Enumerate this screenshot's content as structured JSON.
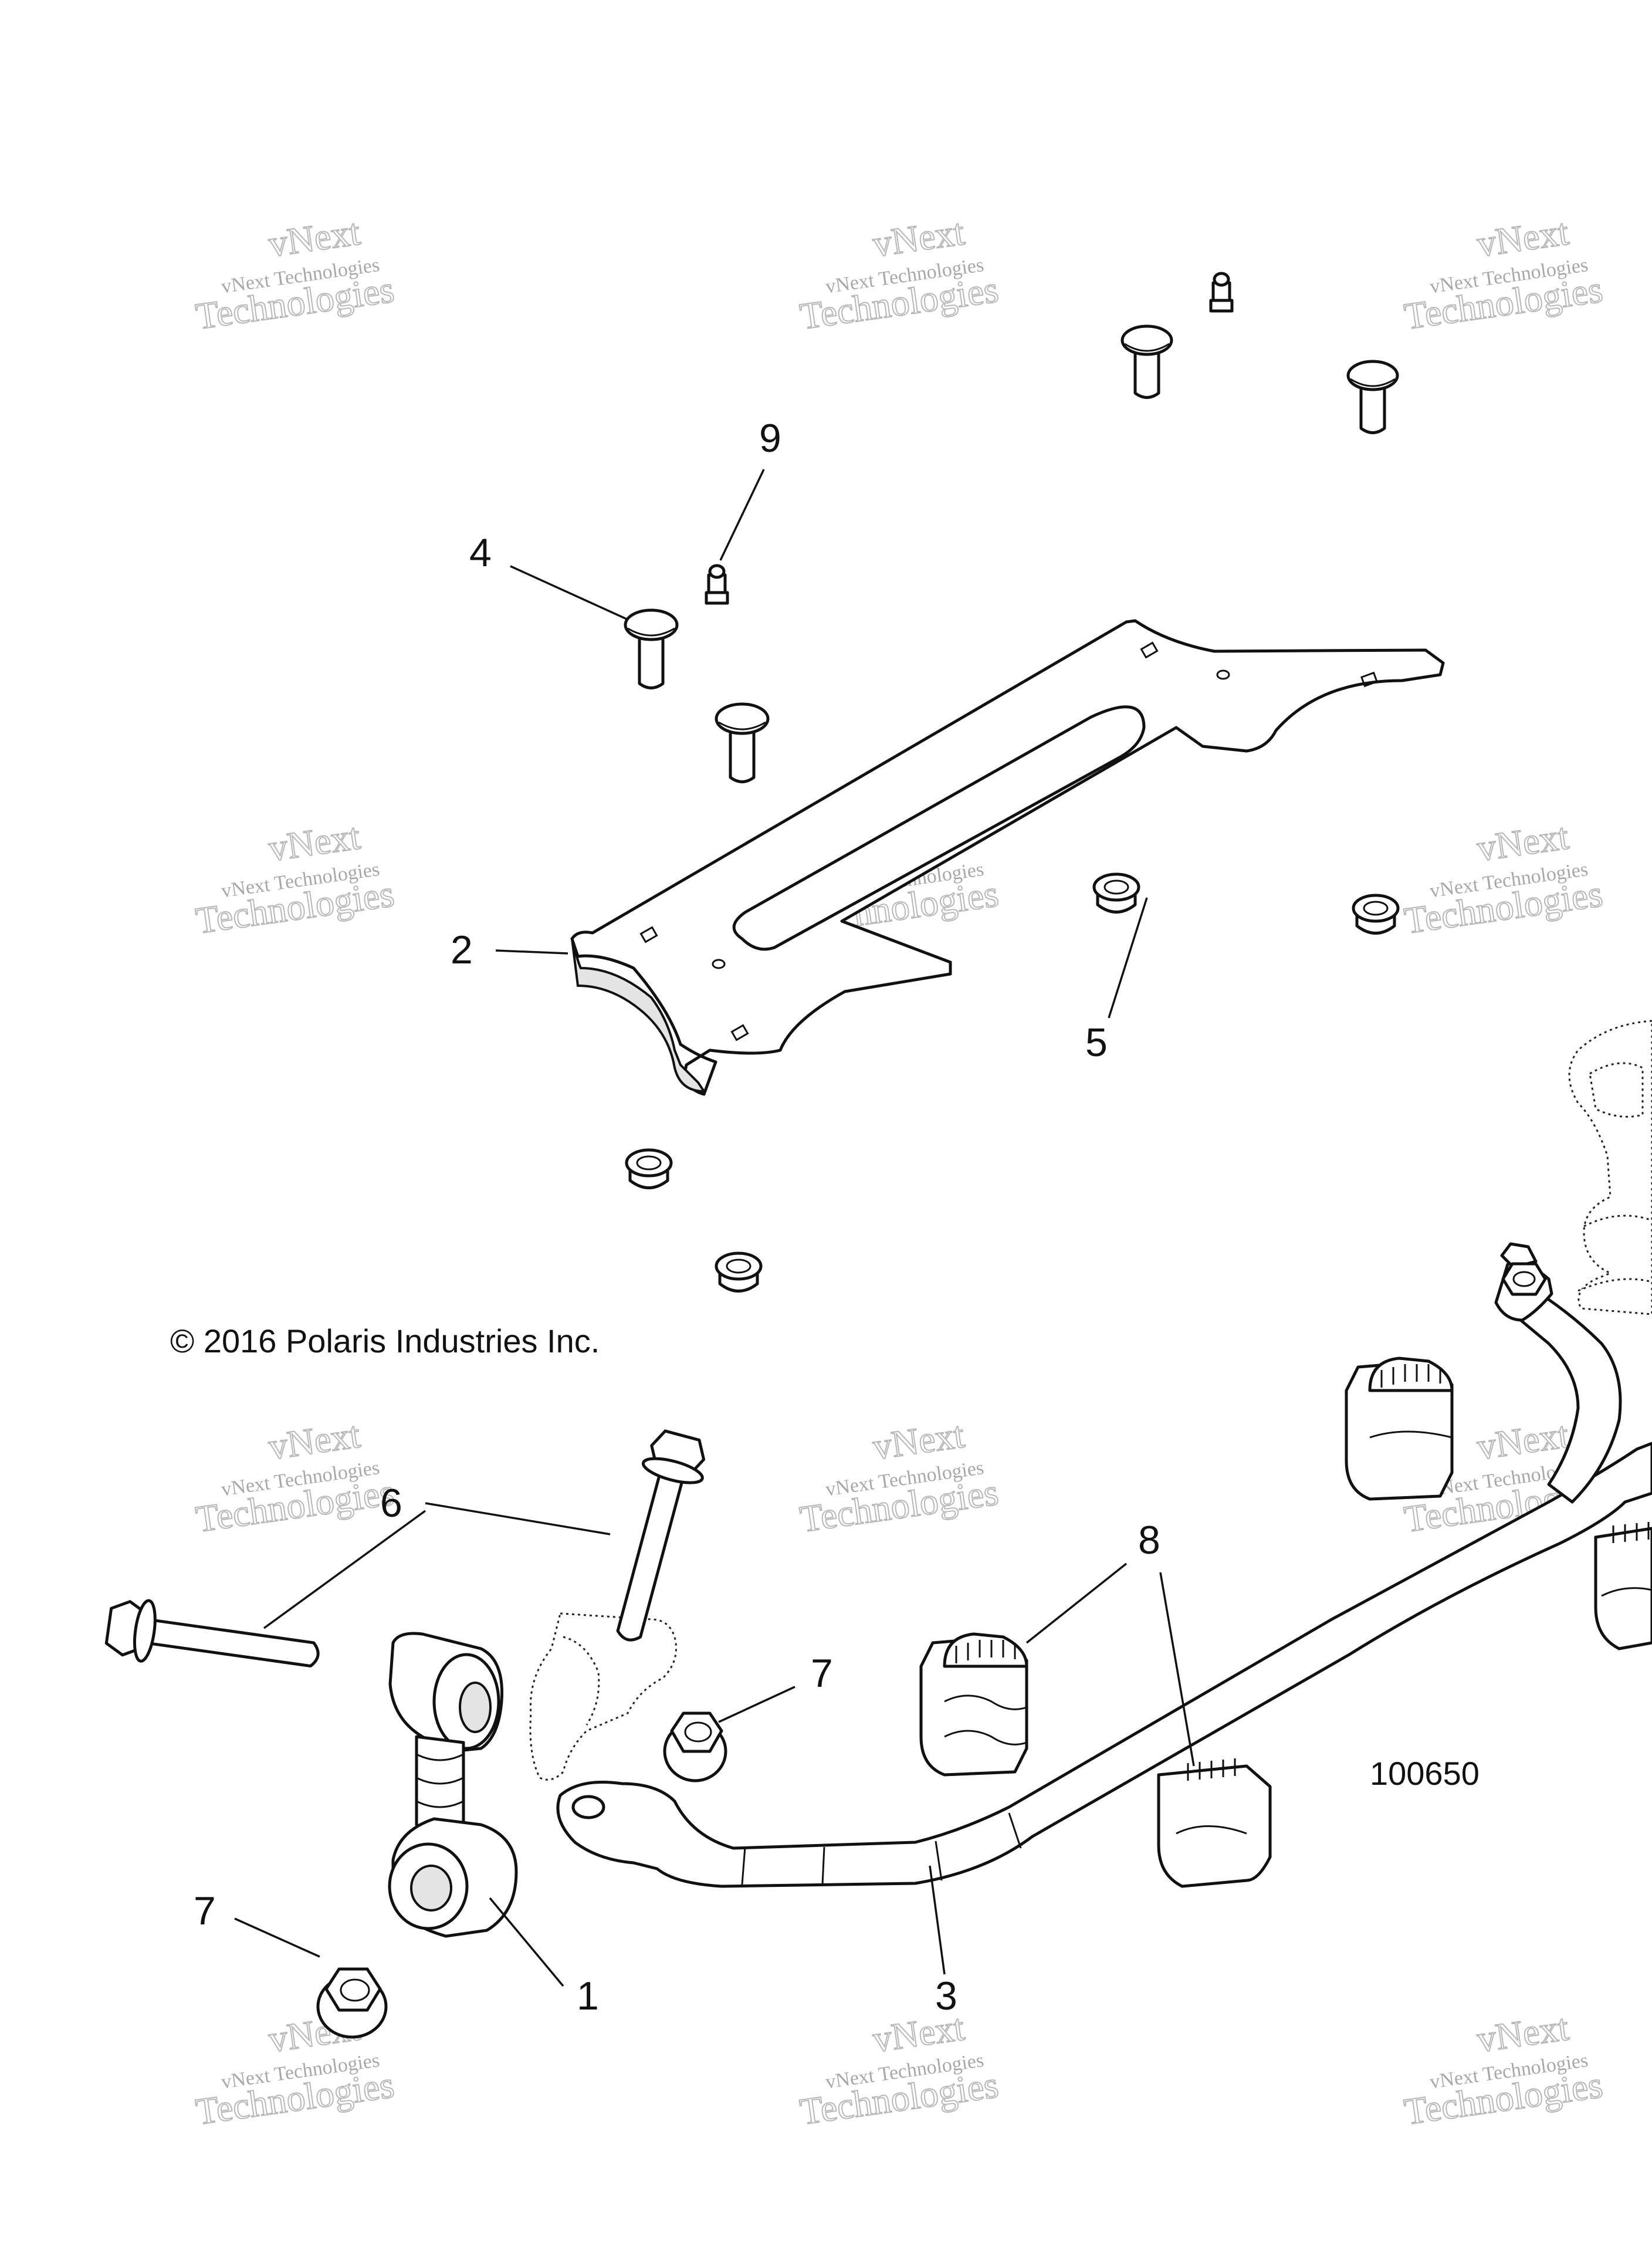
{
  "copyright": "© 2016 Polaris Industries Inc.",
  "figure_number": "100650",
  "watermark": {
    "line1": "vNext",
    "line2": "vNext Technologies",
    "line3": "Technologies"
  },
  "callouts": [
    "1",
    "2",
    "3",
    "4",
    "5",
    "6",
    "7",
    "7",
    "8",
    "9"
  ],
  "parts": {
    "end_link": "end-link-icon",
    "mount_bracket": "bracket-icon",
    "stabilizer_bar": "stabilizer-bar-icon",
    "carriage_bolt": "carriage-bolt-icon",
    "flange_nut": "flange-nut-icon",
    "flange_bolt": "flange-bolt-icon",
    "bar_bushing": "bushing-icon",
    "grease_fitting": "grease-fitting-icon"
  }
}
